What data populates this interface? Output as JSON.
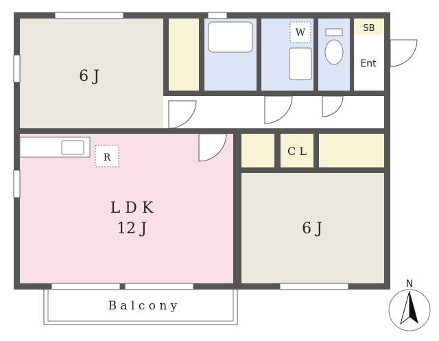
{
  "rooms": {
    "western_room_north": {
      "label": "6 J",
      "fill": "#ede8de"
    },
    "ldk": {
      "label_line1": "L D K",
      "label_line2": "12 J",
      "fill": "#f9dfe6"
    },
    "western_room_south": {
      "label": "6 J",
      "fill": "#ede8de"
    },
    "washroom": {
      "label": "W",
      "fill": "#dde6f7"
    },
    "entrance": {
      "label": "Ent"
    },
    "shoebox": {
      "label": "SB",
      "fill": "#f9f3d6"
    },
    "closet": {
      "label": "C L",
      "fill": "#f9f3d6"
    },
    "fridge": {
      "label": "R"
    }
  },
  "balcony": {
    "label": "B a l c o n y"
  },
  "compass": {
    "label": "N"
  },
  "colors": {
    "wall": "#555555",
    "storage": "#f9f3d6",
    "wet_area": "#dde6f7",
    "hallway": "#ffffff"
  }
}
